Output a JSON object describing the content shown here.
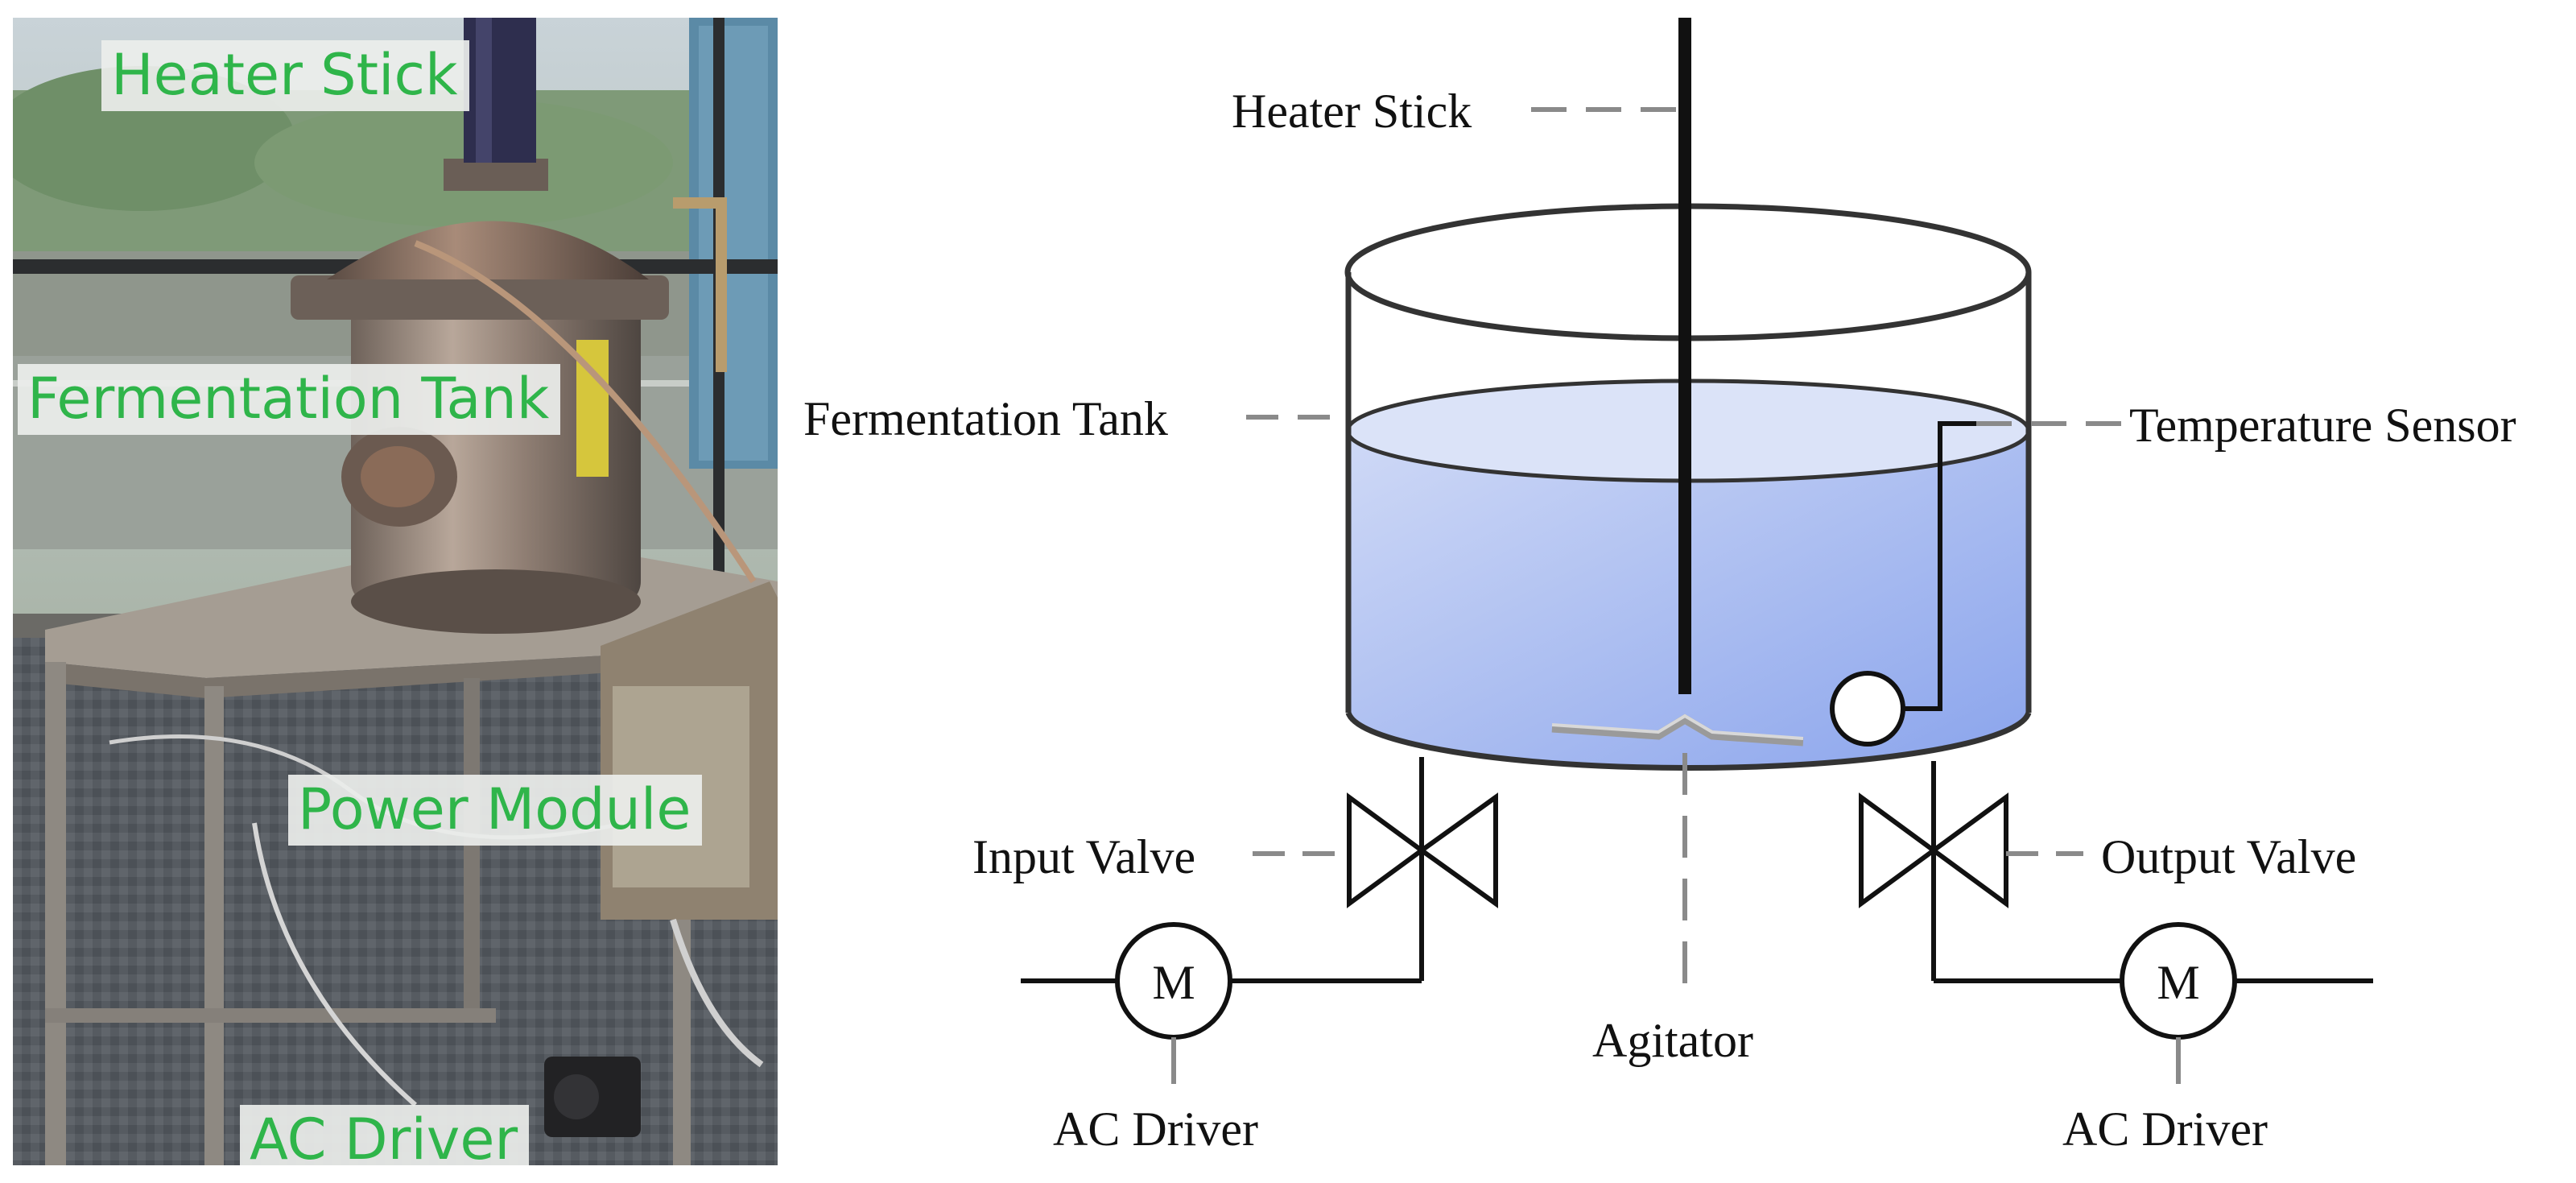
{
  "photo": {
    "labels": {
      "heater_stick": "Heater Stick",
      "fermentation_tank": "Fermentation Tank",
      "power_module": "Power Module",
      "ac_driver": "AC Driver"
    }
  },
  "schematic": {
    "labels": {
      "heater_stick": "Heater Stick",
      "fermentation_tank": "Fermentation Tank",
      "temperature_sensor": "Temperature Sensor",
      "input_valve": "Input Valve",
      "output_valve": "Output Valve",
      "agitator": "Agitator",
      "ac_driver_left": "AC Driver",
      "ac_driver_right": "AC Driver"
    },
    "motor_symbol": "M",
    "colors": {
      "liquid_top": "#cfd9f6",
      "liquid_bottom": "#8aa4ec",
      "photo_label_text": "#2fb54a"
    }
  }
}
